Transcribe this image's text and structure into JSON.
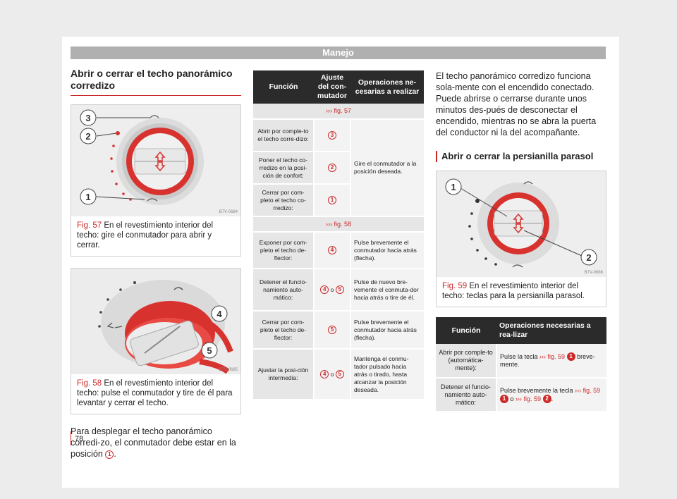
{
  "header": {
    "section": "Manejo"
  },
  "col1": {
    "title": "Abrir o cerrar el techo panorámico corredizo",
    "fig57": {
      "code": "B7V-0684",
      "num": "Fig. 57",
      "caption": "En el revestimiento interior del techo: gire el conmutador para abrir y cerrar.",
      "callouts": [
        "3",
        "2",
        "1"
      ]
    },
    "fig58": {
      "code": "B7V-0685",
      "num": "Fig. 58",
      "caption": "En el revestimiento interior del techo: pulse el conmutador y tire de él para levantar y cerrar el techo.",
      "callouts": [
        "4",
        "5"
      ]
    },
    "para": "Para desplegar el techo panorámico corredi-zo, el conmutador debe estar en la posición",
    "para_ref": "1",
    "para_end": "."
  },
  "table1": {
    "headers": [
      "Función",
      "Ajuste del con-mutador",
      "Operaciones ne-cesarias a realizar"
    ],
    "group1": "››› fig. 57",
    "group2": "››› fig. 58",
    "rows1": [
      {
        "fn": "Abrir por comple-to el techo corre-dizo:",
        "aj": "3"
      },
      {
        "fn": "Poner el techo co-rredizo en la posi-ción de confort:",
        "aj": "2"
      },
      {
        "fn": "Cerrar por com-pleto el techo co-rredizo:",
        "aj": "1"
      }
    ],
    "rows1_op": "Gire el conmutador a la posición deseada.",
    "rows2": [
      {
        "fn": "Exponer por com-pleto el techo de-flector:",
        "aj1": "4",
        "or": "",
        "aj2": "",
        "op": "Pulse brevemente el conmutador hacia atrás (flecha)."
      },
      {
        "fn": "Detener el funcio-namiento auto-mático:",
        "aj1": "4",
        "or": "o",
        "aj2": "5",
        "op": "Pulse de nuevo bre-vemente el conmuta-dor hacia atrás o tire de él."
      },
      {
        "fn": "Cerrar por com-pleto el techo de-flector:",
        "aj1": "5",
        "or": "",
        "aj2": "",
        "op": "Pulse brevemente el conmutador hacia atrás (flecha)."
      },
      {
        "fn": "Ajustar la posi-ción intermedia:",
        "aj1": "4",
        "or": "o",
        "aj2": "5",
        "op": "Mantenga el conmu-tador pulsado hacia atrás o tirado, hasta alcanzar la posición deseada."
      }
    ]
  },
  "col3": {
    "para": "El techo panorámico corredizo funciona sola-mente con el encendido conectado. Puede abrirse o cerrarse durante unos minutos des-pués de desconectar el encendido, mientras no se abra la puerta del conductor ni la del acompañante.",
    "subtitle": "Abrir o cerrar la persianilla parasol",
    "fig59": {
      "code": "B7V-0686",
      "num": "Fig. 59",
      "caption": "En el revestimiento interior del techo: teclas para la persianilla parasol.",
      "callouts": [
        "1",
        "2"
      ]
    }
  },
  "table2": {
    "headers": [
      "Función",
      "Operaciones necesarias a rea-lizar"
    ],
    "rows": [
      {
        "fn": "Abrir por comple-to (automática-mente):",
        "op_a": "Pulse la tecla",
        "ref1": "››› fig. 59",
        "n1": "1",
        "op_b": "breve-mente.",
        "or": "",
        "ref2": "",
        "n2": ""
      },
      {
        "fn": "Detener el funcio-namiento auto-mático:",
        "op_a": "Pulse brevemente la tecla",
        "ref1": "››› fig. 59",
        "n1": "1",
        "op_b": "o",
        "or": "",
        "ref2": "››› fig. 59",
        "n2": "2"
      }
    ]
  },
  "page_number": "78"
}
